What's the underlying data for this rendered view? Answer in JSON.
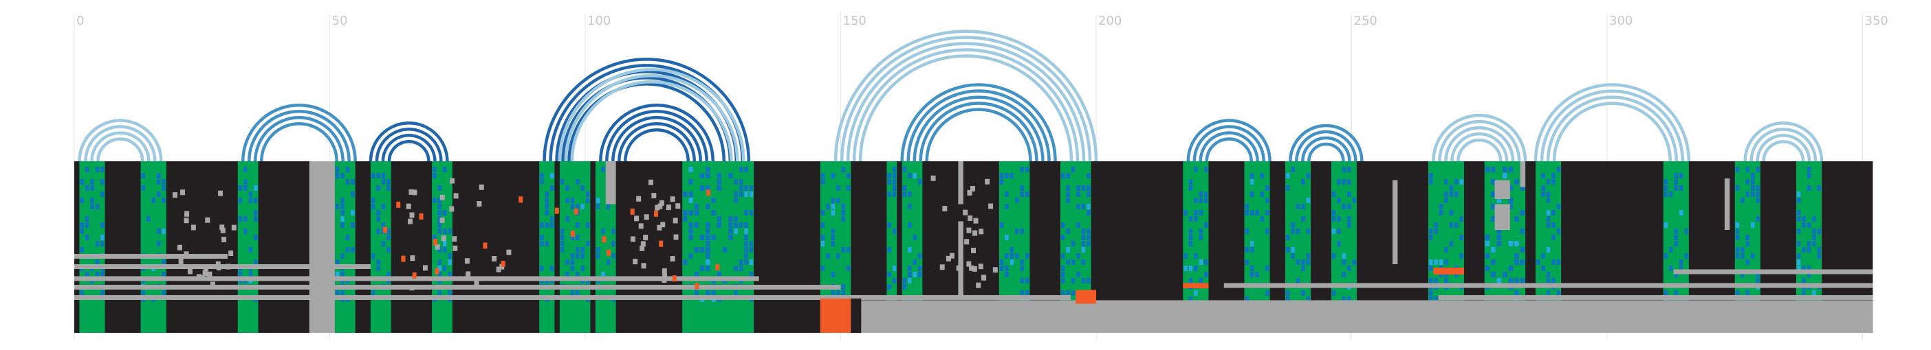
{
  "axis": {
    "min": 0,
    "max": 350,
    "ticks": [
      {
        "value": 0,
        "label": "0"
      },
      {
        "value": 50,
        "label": "50"
      },
      {
        "value": 100,
        "label": "100"
      },
      {
        "value": 150,
        "label": "150"
      },
      {
        "value": 200,
        "label": "200"
      },
      {
        "value": 250,
        "label": "250"
      },
      {
        "value": 300,
        "label": "300"
      },
      {
        "value": 350,
        "label": "350"
      }
    ]
  },
  "colors": {
    "background": "#ffffff",
    "gridline": "#e6e6e6",
    "matrix": "#231f20",
    "gap": "#a7a7a7",
    "stem": "#00a651",
    "accent_blue": "#0e72bc",
    "accent_cyan": "#27aae1",
    "accent_orange": "#f15a24",
    "arc_light": "#9ecae1",
    "arc_mid": "#4292c6",
    "arc_dark": "#2166ac"
  },
  "chart_data": {
    "type": "arc-diagram",
    "x_range": [
      0,
      352
    ],
    "arcs": [
      {
        "start": 1,
        "end": 17,
        "count": 4,
        "shade": "light"
      },
      {
        "start": 33,
        "end": 55,
        "count": 4,
        "shade": "mid"
      },
      {
        "start": 58,
        "end": 73,
        "count": 4,
        "shade": "dark"
      },
      {
        "start": 92,
        "end": 132,
        "count": 5,
        "shade": "dark"
      },
      {
        "start": 95,
        "end": 131,
        "count": 3,
        "shade": "light"
      },
      {
        "start": 103,
        "end": 125,
        "count": 5,
        "shade": "dark"
      },
      {
        "start": 149,
        "end": 200,
        "count": 5,
        "shade": "light"
      },
      {
        "start": 162,
        "end": 192,
        "count": 5,
        "shade": "mid"
      },
      {
        "start": 218,
        "end": 234,
        "count": 4,
        "shade": "mid"
      },
      {
        "start": 238,
        "end": 252,
        "count": 4,
        "shade": "mid"
      },
      {
        "start": 266,
        "end": 284,
        "count": 5,
        "shade": "light"
      },
      {
        "start": 286,
        "end": 316,
        "count": 4,
        "shade": "light"
      },
      {
        "start": 327,
        "end": 342,
        "count": 4,
        "shade": "light"
      }
    ],
    "stems": [
      {
        "start": 1,
        "end": 6
      },
      {
        "start": 13,
        "end": 18
      },
      {
        "start": 32,
        "end": 36
      },
      {
        "start": 51,
        "end": 55
      },
      {
        "start": 58,
        "end": 62
      },
      {
        "start": 70,
        "end": 74
      },
      {
        "start": 91,
        "end": 94
      },
      {
        "start": 95,
        "end": 101
      },
      {
        "start": 102,
        "end": 106
      },
      {
        "start": 119,
        "end": 129
      },
      {
        "start": 129,
        "end": 133
      },
      {
        "start": 146,
        "end": 152
      },
      {
        "start": 159,
        "end": 161
      },
      {
        "start": 162,
        "end": 166
      },
      {
        "start": 181,
        "end": 187
      },
      {
        "start": 193,
        "end": 199
      },
      {
        "start": 217,
        "end": 222
      },
      {
        "start": 229,
        "end": 234
      },
      {
        "start": 237,
        "end": 242
      },
      {
        "start": 246,
        "end": 251
      },
      {
        "start": 265,
        "end": 272
      },
      {
        "start": 276,
        "end": 284
      },
      {
        "start": 286,
        "end": 291
      },
      {
        "start": 311,
        "end": 316
      },
      {
        "start": 325,
        "end": 330
      },
      {
        "start": 337,
        "end": 342
      }
    ],
    "gap_bars": [
      {
        "start": 0,
        "end": 30,
        "level": 0.54
      },
      {
        "start": 0,
        "end": 58,
        "level": 0.6
      },
      {
        "start": 0,
        "end": 134,
        "level": 0.67
      },
      {
        "start": 0,
        "end": 150,
        "level": 0.72
      },
      {
        "start": 0,
        "end": 195,
        "level": 0.78
      },
      {
        "start": 313,
        "end": 352,
        "level": 0.63
      },
      {
        "start": 225,
        "end": 352,
        "level": 0.71
      },
      {
        "start": 267,
        "end": 352,
        "level": 0.78
      },
      {
        "start": 154,
        "end": 352,
        "level": 0.85
      },
      {
        "start": 154,
        "end": 352,
        "level": 0.9
      },
      {
        "start": 154,
        "end": 352,
        "level": 0.95
      }
    ],
    "gap_columns": [
      {
        "start": 46,
        "end": 51,
        "from": 0.0,
        "to": 1.0
      },
      {
        "start": 173,
        "end": 174,
        "from": 0.0,
        "to": 0.25
      },
      {
        "start": 173,
        "end": 174,
        "from": 0.35,
        "to": 0.8
      },
      {
        "start": 104,
        "end": 106,
        "from": 0.0,
        "to": 0.25
      },
      {
        "start": 278,
        "end": 281,
        "from": 0.11,
        "to": 0.22
      },
      {
        "start": 278,
        "end": 281,
        "from": 0.25,
        "to": 0.4
      },
      {
        "start": 283,
        "end": 284,
        "from": 0.0,
        "to": 0.15
      },
      {
        "start": 323,
        "end": 324,
        "from": 0.1,
        "to": 0.4
      },
      {
        "start": 258,
        "end": 259,
        "from": 0.11,
        "to": 0.6
      }
    ],
    "orange_blocks": [
      {
        "start": 146,
        "end": 152,
        "from": 0.8,
        "to": 1.0
      },
      {
        "start": 196,
        "end": 200,
        "from": 0.75,
        "to": 0.83
      },
      {
        "start": 266,
        "end": 272,
        "from": 0.62,
        "to": 0.66
      },
      {
        "start": 217,
        "end": 222,
        "from": 0.71,
        "to": 0.74
      }
    ],
    "black_notches": [
      {
        "start": 152,
        "end": 154,
        "from": 0.8,
        "to": 1.0
      }
    ]
  }
}
